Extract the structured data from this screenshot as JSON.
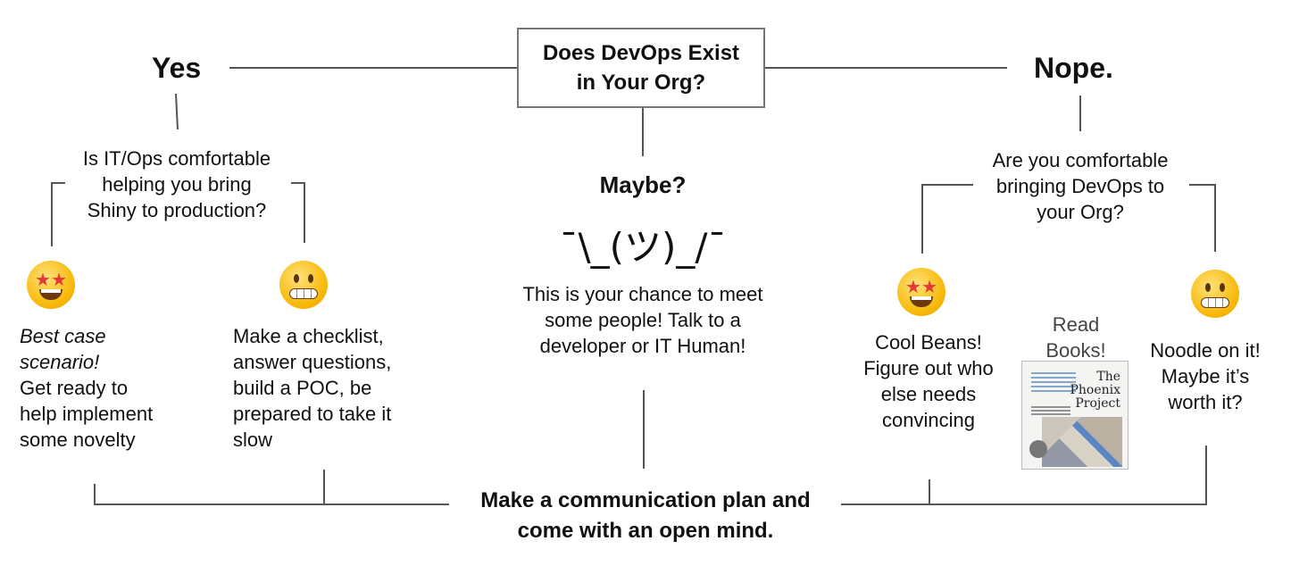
{
  "title": "Does DevOps Exist\nin Your Org?",
  "branches": {
    "yes": {
      "label": "Yes",
      "question": "Is IT/Ops comfortable\nhelping you bring\nShiny to production?",
      "left": {
        "emoji": "star-struck-icon",
        "italic_text": "Best case\nscenario!",
        "text": "Get ready to\nhelp implement\nsome novelty"
      },
      "right": {
        "emoji": "grimacing-face-icon",
        "text": "Make a checklist,\nanswer questions,\nbuild a POC, be\nprepared to take it\nslow"
      }
    },
    "maybe": {
      "label": "Maybe?",
      "shrug": "¯\\_(ツ)_/¯",
      "text": "This is your chance to meet\nsome people! Talk to a\ndeveloper or IT Human!"
    },
    "nope": {
      "label": "Nope.",
      "question": "Are you comfortable\nbringing DevOps to\nyour Org?",
      "left": {
        "emoji": "star-struck-icon",
        "text": "Cool Beans!\nFigure out who\nelse needs\nconvincing"
      },
      "middle": {
        "label": "Read\nBooks!",
        "book_title": "The\nPhoenix\nProject"
      },
      "right": {
        "emoji": "grimacing-face-icon",
        "text": "Noodle on it!\nMaybe it’s\nworth it?"
      }
    }
  },
  "conclusion": "Make a communication plan and\ncome with an open mind.",
  "colors": {
    "line": "#555555",
    "box_border": "#777777",
    "text": "#111111"
  }
}
